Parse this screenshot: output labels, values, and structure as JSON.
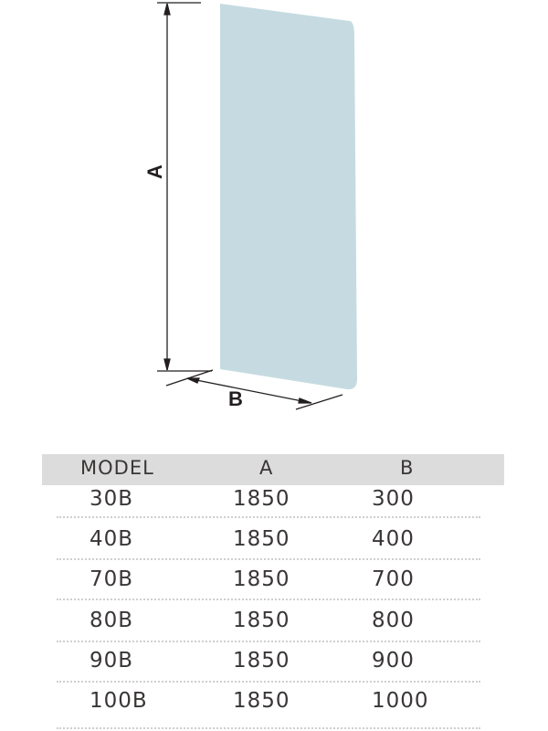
{
  "diagram": {
    "dimension_a_label": "A",
    "dimension_b_label": "B",
    "panel_color": "#c5dbe1"
  },
  "table": {
    "headers": [
      "MODEL",
      "A",
      "B"
    ],
    "rows": [
      {
        "model": "30B",
        "a": "1850",
        "b": "300"
      },
      {
        "model": "40B",
        "a": "1850",
        "b": "400"
      },
      {
        "model": "70B",
        "a": "1850",
        "b": "700"
      },
      {
        "model": "80B",
        "a": "1850",
        "b": "800"
      },
      {
        "model": "90B",
        "a": "1850",
        "b": "900"
      },
      {
        "model": "100B",
        "a": "1850",
        "b": "1000"
      }
    ]
  }
}
